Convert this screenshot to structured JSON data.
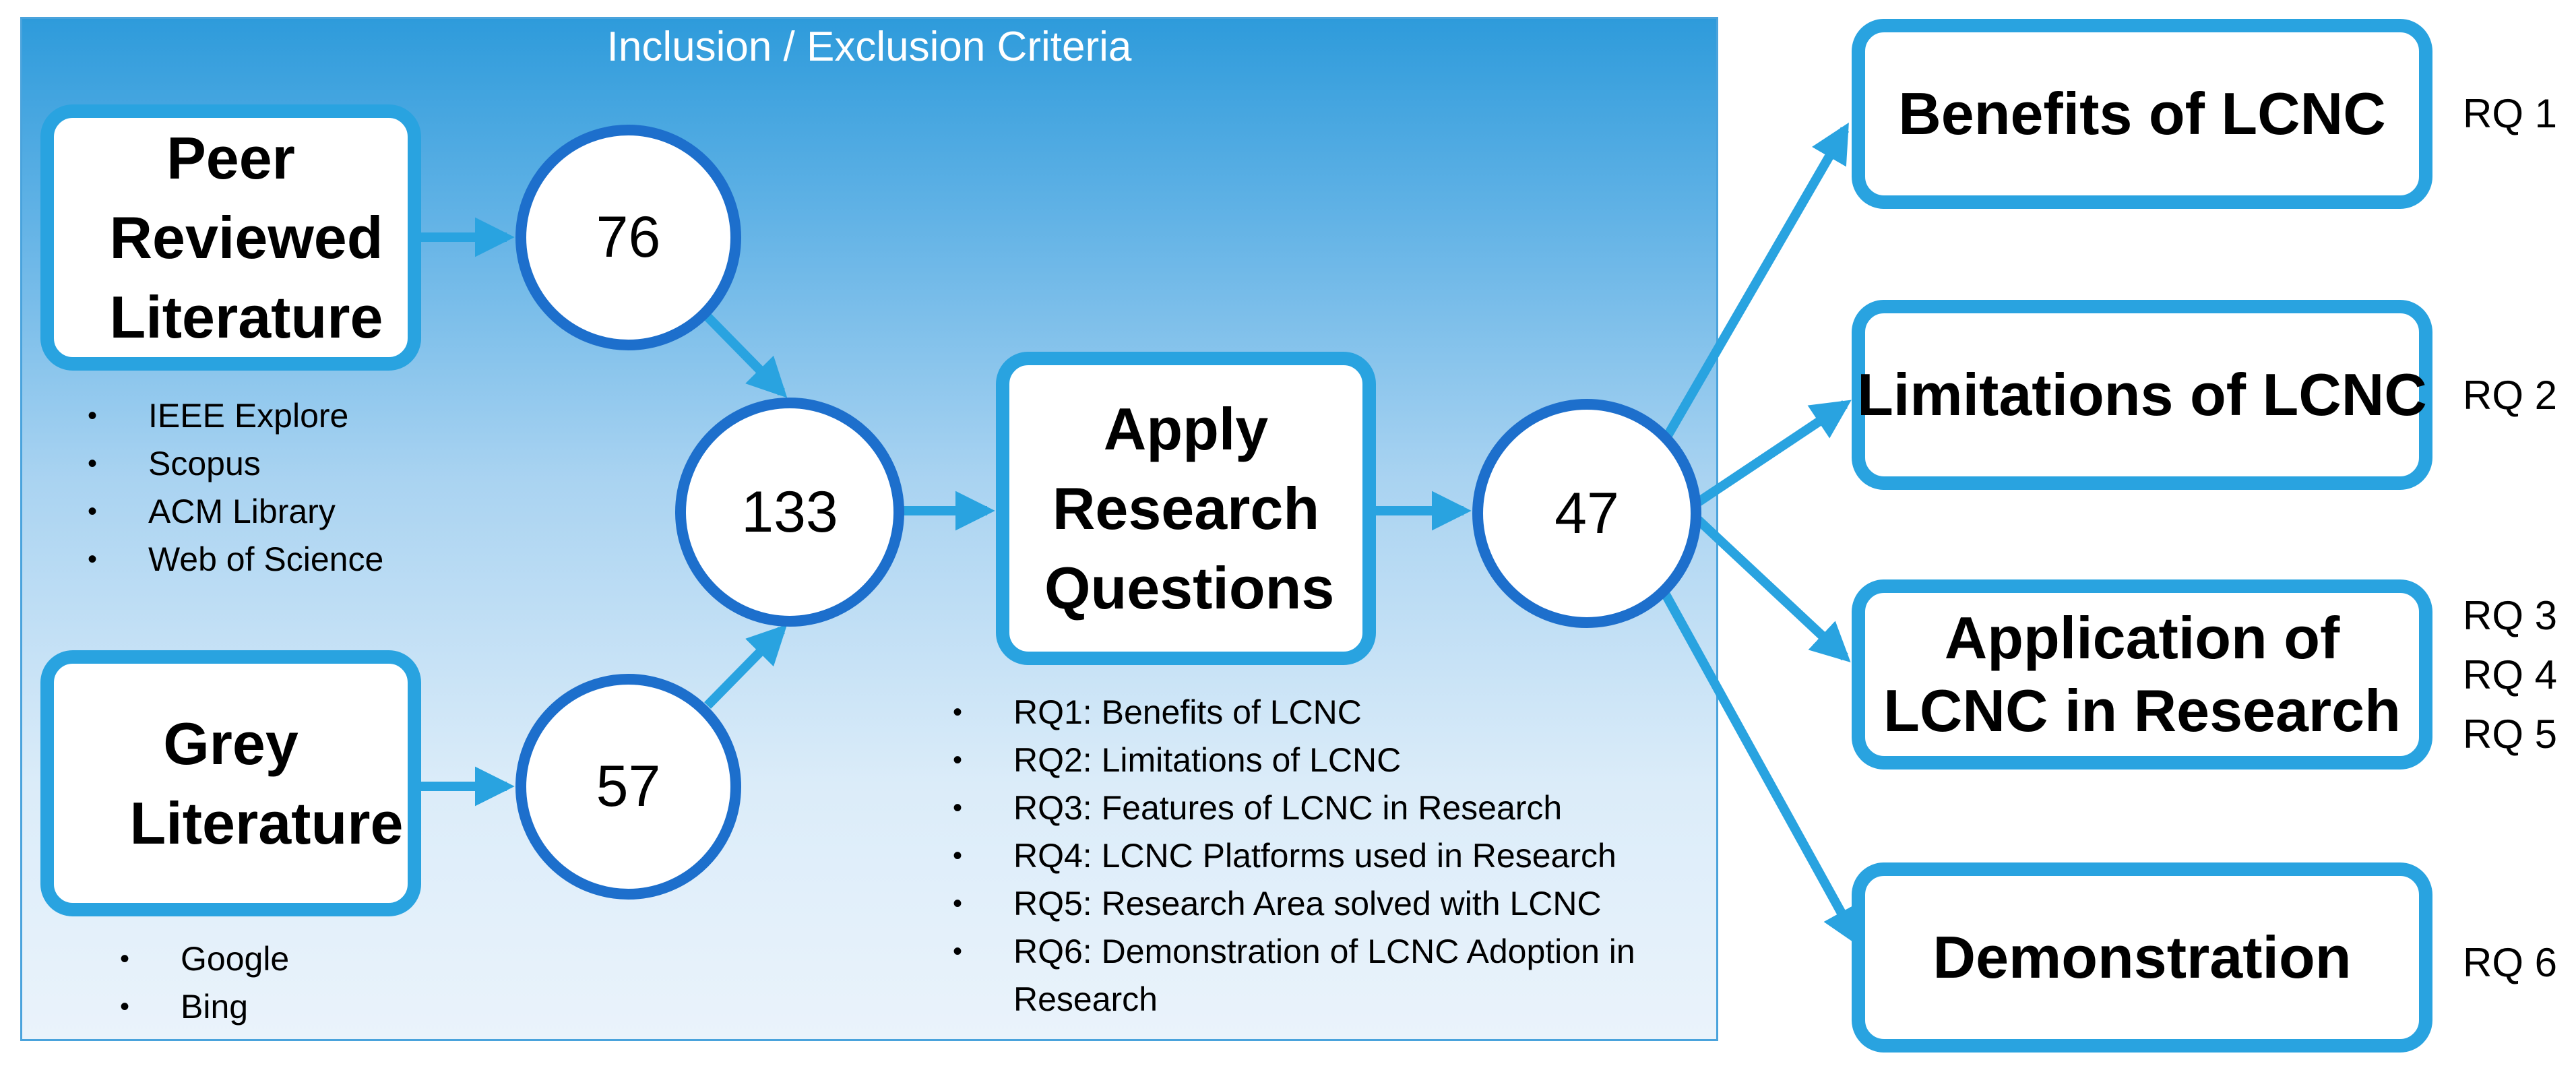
{
  "panel": {
    "title": "Inclusion / Exclusion Criteria"
  },
  "sources": {
    "peer_reviewed": {
      "label": "Peer Reviewed Literature",
      "count": "76",
      "databases": [
        "IEEE Explore",
        "Scopus",
        "ACM Library",
        "Web of Science"
      ]
    },
    "grey": {
      "label": "Grey Literature",
      "count": "57",
      "engines": [
        "Google",
        "Bing"
      ]
    }
  },
  "merged_count": "133",
  "process": {
    "label": "Apply Research Questions",
    "questions": [
      "RQ1: Benefits of LCNC",
      "RQ2: Limitations of LCNC",
      "RQ3: Features of LCNC in Research",
      "RQ4: LCNC Platforms used in Research",
      "RQ5: Research Area solved with LCNC",
      "RQ6: Demonstration of LCNC Adoption in Research"
    ]
  },
  "final_count": "47",
  "outcomes": [
    {
      "label": "Benefits of LCNC",
      "rqs": [
        "RQ 1"
      ]
    },
    {
      "label": "Limitations of LCNC",
      "rqs": [
        "RQ 2"
      ]
    },
    {
      "label": "Application of LCNC in Research",
      "rqs": [
        "RQ 3",
        "RQ 4",
        "RQ 5"
      ]
    },
    {
      "label": "Demonstration",
      "rqs": [
        "RQ 6"
      ]
    }
  ],
  "colors": {
    "box_border": "#29a3e0",
    "circle_border": "#1d6fcc",
    "arrow": "#29a3e0"
  }
}
